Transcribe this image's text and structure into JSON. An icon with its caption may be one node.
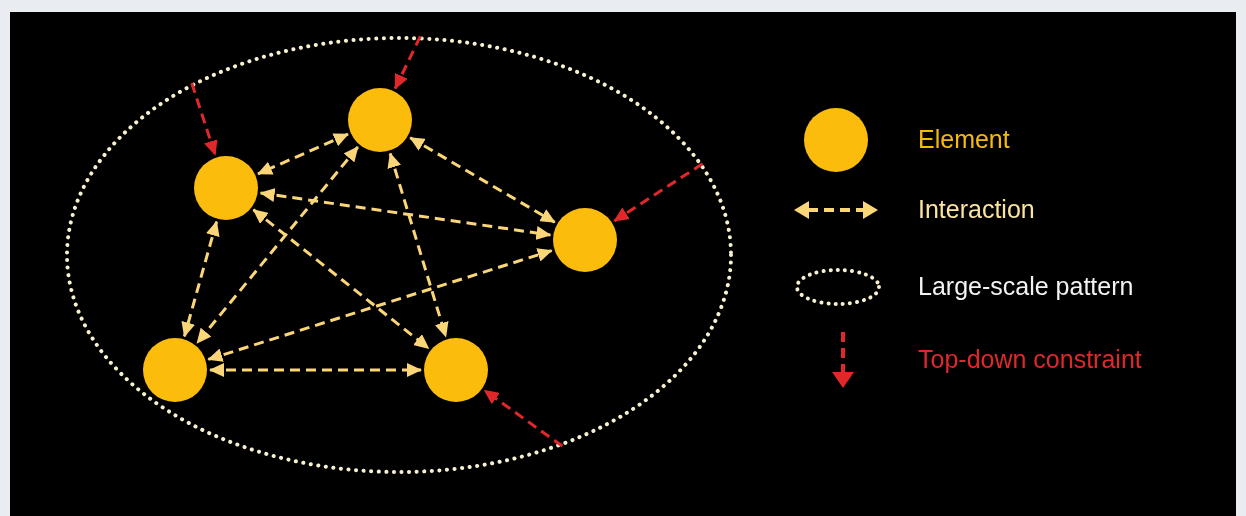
{
  "diagram": {
    "nodes": [
      {
        "text": [],
        "shape": "ellipse"
      },
      {
        "text": [],
        "shape": "circle",
        "in": 0
      },
      {
        "text": [],
        "shape": "circle",
        "in": 0
      },
      {
        "text": [],
        "shape": "circle",
        "in": 0
      },
      {
        "text": [],
        "shape": "circle",
        "in": 0
      },
      {
        "text": [],
        "shape": "circle",
        "in": 0
      }
    ],
    "edges": [
      {
        "from": 1,
        "to": 2,
        "arrow": "both",
        "style": "dashed",
        "color": "#fbd678"
      },
      {
        "from": 1,
        "to": 3,
        "arrow": "both",
        "style": "dashed",
        "color": "#fbd678"
      },
      {
        "from": 1,
        "to": 4,
        "arrow": "both",
        "style": "dashed",
        "color": "#fbd678"
      },
      {
        "from": 1,
        "to": 5,
        "arrow": "both",
        "style": "dashed",
        "color": "#fbd678"
      },
      {
        "from": 2,
        "to": 3,
        "arrow": "both",
        "style": "dashed",
        "color": "#fbd678"
      },
      {
        "from": 2,
        "to": 4,
        "arrow": "both",
        "style": "dashed",
        "color": "#fbd678"
      },
      {
        "from": 2,
        "to": 5,
        "arrow": "both",
        "style": "dashed",
        "color": "#fbd678"
      },
      {
        "from": 4,
        "to": 3,
        "arrow": "both",
        "style": "dashed",
        "color": "#fbd678"
      },
      {
        "from": 4,
        "to": 5,
        "arrow": "both",
        "style": "dashed",
        "color": "#fbd678"
      },
      {
        "from": 0,
        "to": 1,
        "arrow": "to",
        "style": "dashed",
        "color": "#e0282a"
      },
      {
        "from": 0,
        "to": 2,
        "arrow": "to",
        "style": "dashed",
        "color": "#e0282a"
      },
      {
        "from": 0,
        "to": 3,
        "arrow": "to",
        "style": "dashed",
        "color": "#e0282a"
      },
      {
        "from": 0,
        "to": 5,
        "arrow": "to",
        "style": "dashed",
        "color": "#e0282a"
      }
    ],
    "legend": [
      {
        "text": "Element",
        "color": "#fbbc0c"
      },
      {
        "text": "Interaction"
      },
      {
        "text": "Large-scale pattern"
      },
      {
        "text": "Top-down constraint"
      }
    ]
  }
}
